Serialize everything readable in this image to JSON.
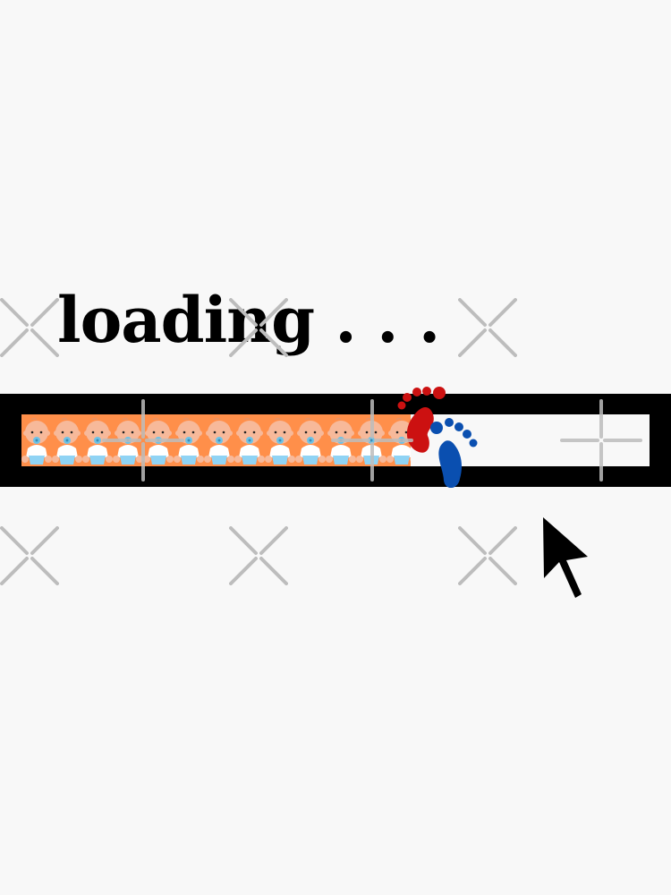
{
  "title": {
    "text": "loading . . ."
  },
  "progress": {
    "percent": 62,
    "fill_color": "#ff8f4a",
    "frame_color": "#000000",
    "track_color": "#f8f8f8",
    "tile_count": 13,
    "tile_icon": "baby-with-pacifier"
  },
  "decorations": {
    "footprint_colors": {
      "left": "#cc1111",
      "right": "#0a4fb0"
    },
    "cursor_icon": "arrow-pointer"
  },
  "colors": {
    "background": "#f8f8f8",
    "text": "#000000",
    "watermark": "#bdbdbd"
  }
}
